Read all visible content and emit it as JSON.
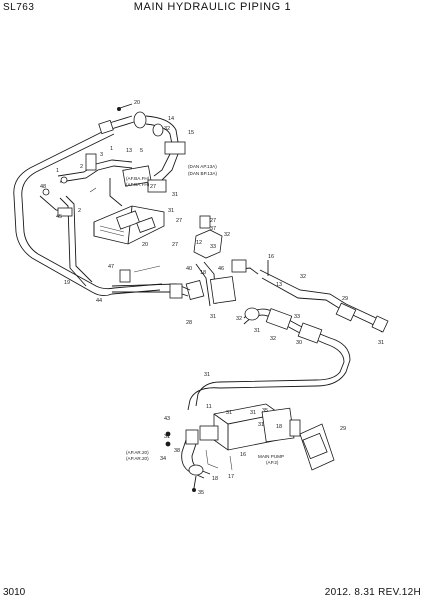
{
  "header": {
    "model": "SL763",
    "title": "MAIN HYDRAULIC PIPING 1"
  },
  "footer": {
    "page": "3010",
    "revision": "2012. 8.31 REV.12H"
  },
  "callouts": [
    "20",
    "32",
    "14",
    "15",
    "13",
    "3",
    "5",
    "1",
    "2",
    "1",
    "48",
    "27",
    "31",
    "2",
    "45",
    "31",
    "27",
    "27",
    "37",
    "12",
    "27",
    "33",
    "32",
    "20",
    "18",
    "47",
    "16",
    "46",
    "19",
    "44",
    "40",
    "13",
    "32",
    "28",
    "31",
    "32",
    "31",
    "33",
    "32",
    "29",
    "31",
    "30",
    "31",
    "35",
    "29",
    "18",
    "43",
    "31",
    "16",
    "17",
    "18",
    "35",
    "38",
    "34",
    "31",
    "11",
    "31",
    "31"
  ],
  "notes": [
    "(DAN AP.13A)",
    "(DAN BP.13A)",
    "(AF.BA.FH)",
    "(AF.BA.FH)",
    "(AP.AR.20)",
    "(AP.AR.20)",
    "MAIN PUMP",
    "(AP.2)"
  ]
}
